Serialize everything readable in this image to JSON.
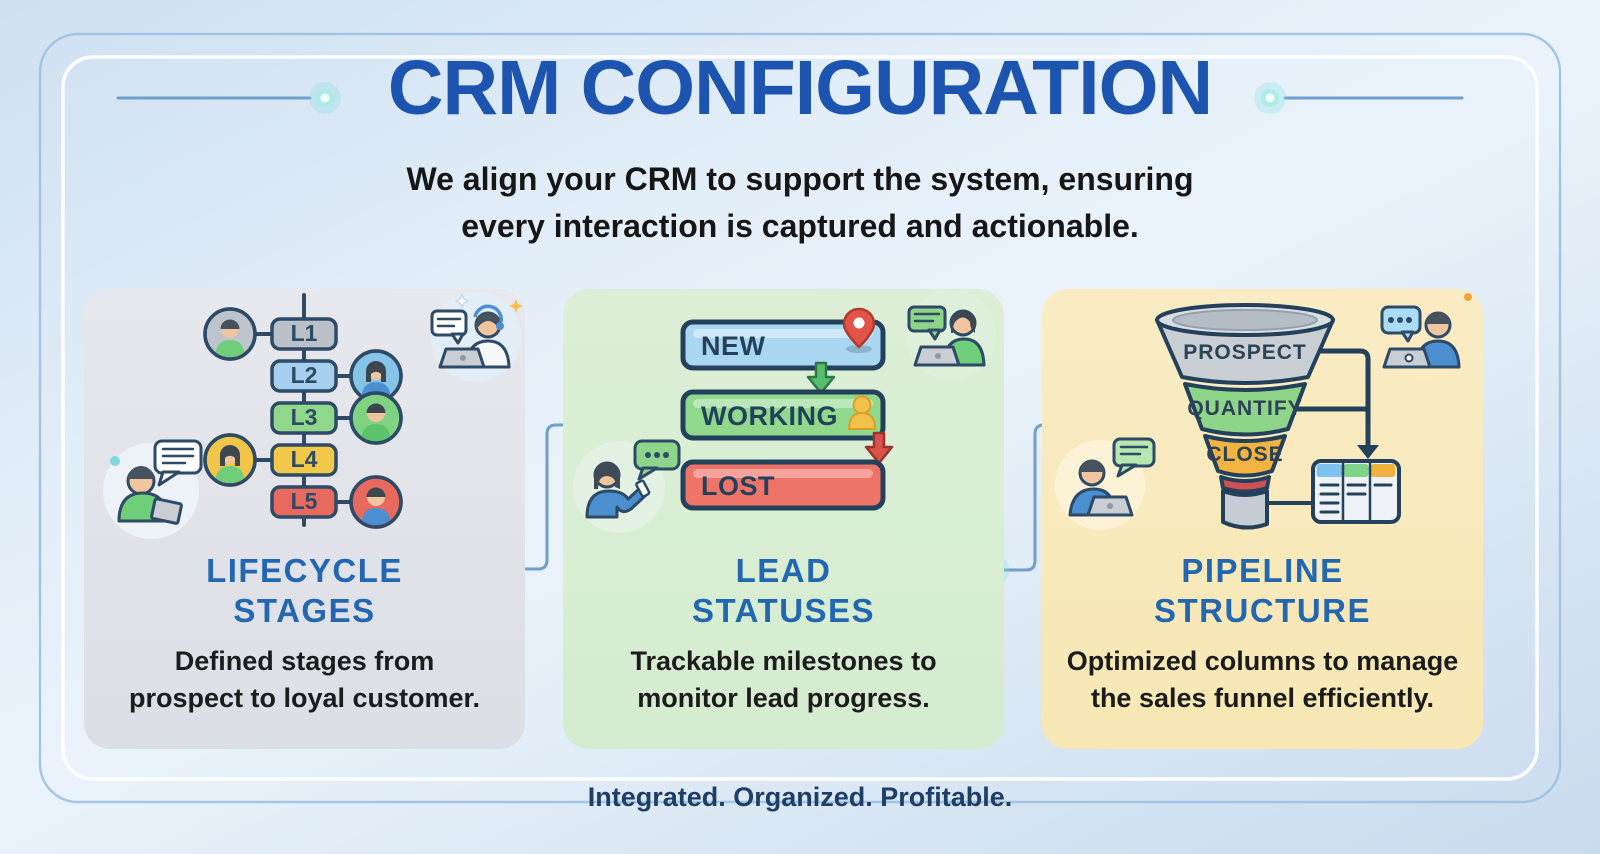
{
  "header": {
    "title": "CRM CONFIGURATION",
    "subtitle_line1": "We align your CRM to support the system, ensuring",
    "subtitle_line2": "every interaction is captured and actionable."
  },
  "footer": {
    "text": "Integrated. Organized. Profitable."
  },
  "colors": {
    "title_blue": "#1c54b0",
    "heading_blue": "#2267b0",
    "footer_navy": "#1d3e66",
    "outline_navy": "#2d4a66",
    "glow_cyan": "#a9ece4",
    "background_blue": "#dde9f6"
  },
  "panels": [
    {
      "title_line1": "LIFECYCLE",
      "title_line2": "STAGES",
      "description_line1": "Defined stages from",
      "description_line2": "prospect to loyal customer.",
      "stages": [
        "L1",
        "L2",
        "L3",
        "L4",
        "L5"
      ],
      "stage_colors": [
        "#b9c0c8",
        "#a5cfec",
        "#8fd88b",
        "#f2c84b",
        "#e8695e"
      ],
      "icons": [
        "person-with-tablet-chat",
        "support-agent-headset-laptop"
      ]
    },
    {
      "title_line1": "LEAD",
      "title_line2": "STATUSES",
      "description_line1": "Trackable milestones to",
      "description_line2": "monitor lead progress.",
      "statuses": [
        {
          "label": "NEW",
          "color": "#a9d7f2"
        },
        {
          "label": "WORKING",
          "color": "#90d88c"
        },
        {
          "label": "LOST",
          "color": "#ef7468"
        }
      ],
      "icons": [
        "woman-texting-chat",
        "woman-laptop-chat"
      ]
    },
    {
      "title_line1": "PIPELINE",
      "title_line2": "STRUCTURE",
      "description_line1": "Optimized columns to manage",
      "description_line2": "the sales funnel efficiently.",
      "funnel_stages": [
        {
          "label": "PROSPECT",
          "color": "#c9ced5"
        },
        {
          "label": "QUANTIFY",
          "color": "#8ed489"
        },
        {
          "label": "CLOSE",
          "color": "#f2b341"
        }
      ],
      "kanban_header_colors": [
        "#7ec3ef",
        "#7ed487",
        "#f2b33e"
      ],
      "icons": [
        "man-laptop-chat",
        "man-laptop-chat-dots"
      ]
    }
  ]
}
